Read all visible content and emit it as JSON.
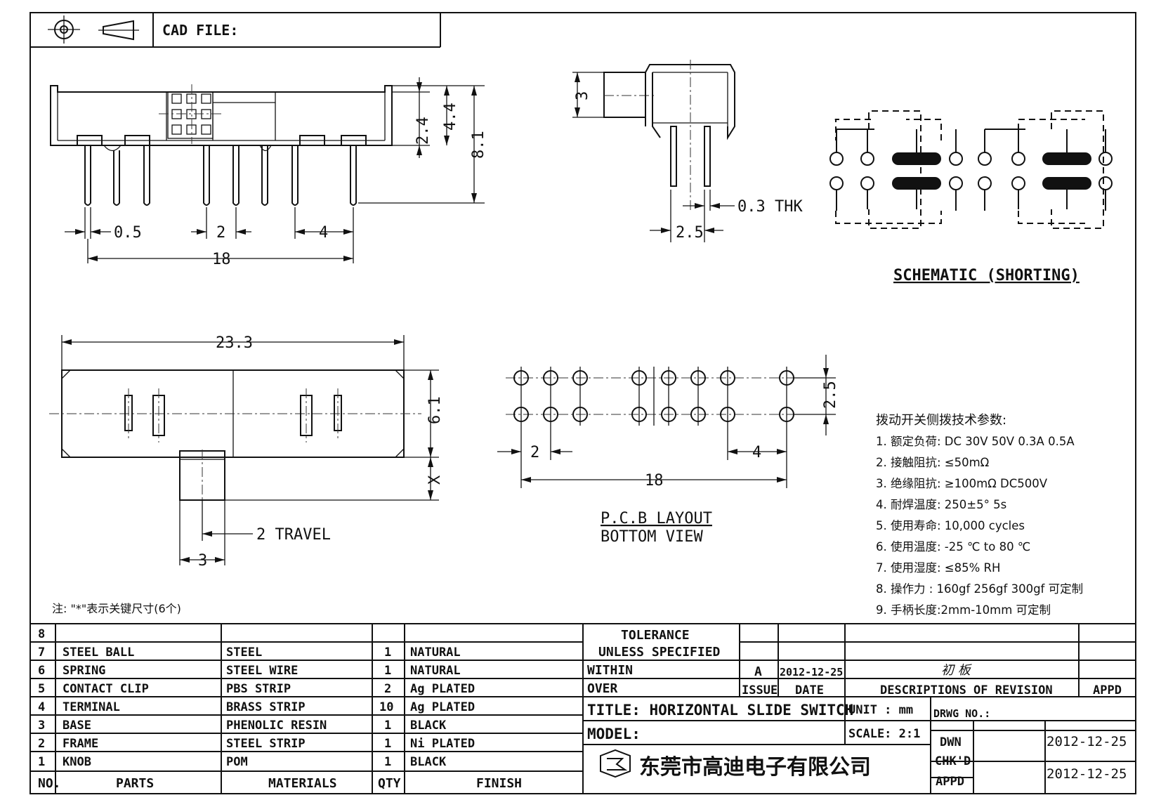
{
  "header": {
    "cad_file_label": "CAD FILE:",
    "projection_symbol": "first-angle-projection-symbol"
  },
  "front_view": {
    "dims": [
      "0.5",
      "2",
      "4",
      "18",
      "2.4",
      "4.4",
      "8.1"
    ]
  },
  "side_view": {
    "dims": [
      "3",
      "0.3 THK",
      "2.5"
    ]
  },
  "schematic": {
    "title": "SCHEMATIC (SHORTING)"
  },
  "top_view": {
    "dims": [
      "23.3",
      "6.1",
      "X",
      "2 TRAVEL",
      "3"
    ]
  },
  "pcb_layout": {
    "title": "P.C.B LAYOUT",
    "subtitle": "BOTTOM VIEW",
    "dims": [
      "2.5",
      "2",
      "4",
      "18"
    ]
  },
  "specs": {
    "title": "拨动开关侧拨技术参数:",
    "items": [
      "1.  额定负荷: DC 30V    50V    0.3A    0.5A",
      "2.  接触阻抗:  ≤50mΩ",
      "3.  绝缘阻抗:  ≥100mΩ   DC500V",
      "4.  耐焊温度: 250±5°  5s",
      "5.  使用寿命: 10,000 cycles",
      "6.  使用温度: -25 ℃  to 80 ℃",
      "7.  使用湿度:  ≤85% RH",
      "8.  操作力 : 160gf    256gf    300gf  可定制",
      "9.  手柄长度:2mm-10mm   可定制"
    ]
  },
  "note": "注: \"*\"表示关键尺寸(6个)",
  "bom": {
    "headers": [
      "NO.",
      "PARTS",
      "MATERIALS",
      "QTY",
      "FINISH"
    ],
    "rows": [
      {
        "no": "8",
        "part": "",
        "material": "",
        "qty": "",
        "finish": ""
      },
      {
        "no": "7",
        "part": "STEEL BALL",
        "material": "STEEL",
        "qty": "1",
        "finish": "NATURAL"
      },
      {
        "no": "6",
        "part": "SPRING",
        "material": "STEEL WIRE",
        "qty": "1",
        "finish": "NATURAL"
      },
      {
        "no": "5",
        "part": "CONTACT CLIP",
        "material": "PBS STRIP",
        "qty": "2",
        "finish": "Ag PLATED"
      },
      {
        "no": "4",
        "part": "TERMINAL",
        "material": "BRASS STRIP",
        "qty": "10",
        "finish": "Ag PLATED"
      },
      {
        "no": "3",
        "part": "BASE",
        "material": "PHENOLIC RESIN",
        "qty": "1",
        "finish": "BLACK"
      },
      {
        "no": "2",
        "part": "FRAME",
        "material": "STEEL STRIP",
        "qty": "1",
        "finish": "Ni PLATED"
      },
      {
        "no": "1",
        "part": "KNOB",
        "material": "POM",
        "qty": "1",
        "finish": "BLACK"
      }
    ]
  },
  "title_block": {
    "tolerance_1": "TOLERANCE",
    "tolerance_2": "UNLESS  SPECIFIED",
    "within": "WITHIN",
    "over": "OVER",
    "issue_value": "A",
    "date_value": "2012-12-25",
    "revision_text": "初 板",
    "issue_label": "ISSUE",
    "date_label": "DATE",
    "descriptions_label": "DESCRIPTIONS OF REVISION",
    "appd_label": "APPD",
    "title": "TITLE: HORIZONTAL SLIDE SWITCH",
    "unit": "UNIT : mm",
    "drwg_no": "DRWG NO.:",
    "model": "MODEL:",
    "scale": "SCALE: 2:1",
    "dwn": "DWN",
    "dwn_date": "2012-12-25",
    "chkd": "CHK'D",
    "appd": "APPD",
    "chk_date": "2012-12-25",
    "company": "东莞市高迪电子有限公司"
  }
}
